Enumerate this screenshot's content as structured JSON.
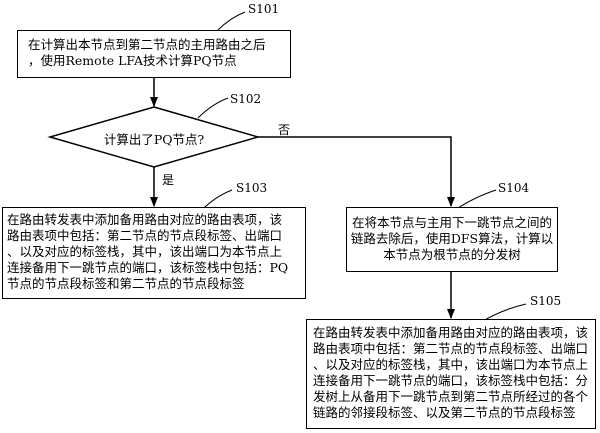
{
  "steps": {
    "s101": {
      "label": "S101",
      "lines": [
        "在计算出本节点到第二节点的主用路由之后",
        "，使用Remote LFA技术计算PQ节点"
      ]
    },
    "s102": {
      "label": "S102",
      "question": "计算出了PQ节点?",
      "no_label": "否",
      "yes_label": "是"
    },
    "s103": {
      "label": "S103",
      "lines": [
        "在路由转发表中添加备用路由对应的路由表项，该",
        "路由表项中包括：第二节点的节点段标签、出端口",
        "、以及对应的标签栈，其中，该出端口为本节点上",
        "连接备用下一跳节点的端口，该标签栈中包括：PQ",
        "节点的节点段标签和第二节点的节点段标签"
      ]
    },
    "s104": {
      "label": "S104",
      "lines": [
        "在将本节点与主用下一跳节点之间的",
        "链路去除后，使用DFS算法，计算以",
        "本节点为根节点的分发树"
      ]
    },
    "s105": {
      "label": "S105",
      "lines": [
        "在路由转发表中添加备用路由对应的路由表项，该",
        "路由表项中包括：第二节点的节点段标签、出端口",
        "、以及对应的标签栈，其中，该出端口为本节点上",
        "连接备用下一跳节点的端口，该标签栈中包括：分",
        "发树上从备用下一跳节点到第二节点所经过的各个",
        "链路的邻接段标签、以及第二节点的节点段标签"
      ]
    }
  }
}
